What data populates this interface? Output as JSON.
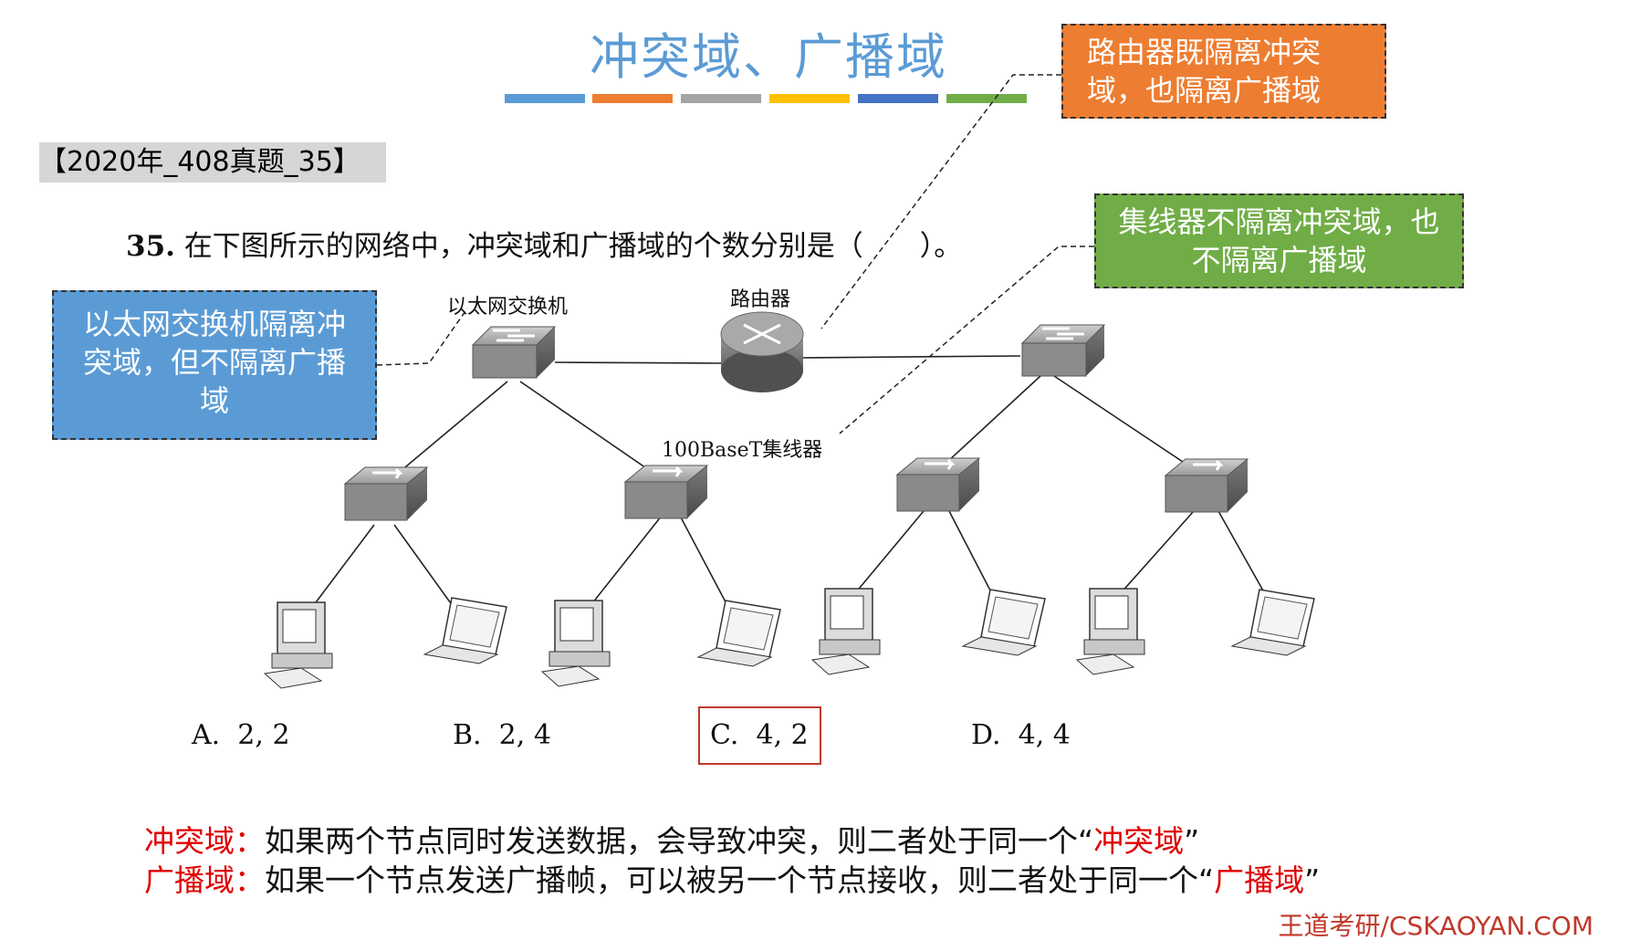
{
  "title": "冲突域、广播域",
  "accent_colors": [
    "#5b9bd5",
    "#ed7d31",
    "#a5a5a5",
    "#ffc000",
    "#4472c4",
    "#70ad47"
  ],
  "exam_tag": "【2020年_408真题_35】",
  "question": {
    "number": "35.",
    "text": "在下图所示的网络中，冲突域和广播域的个数分别是（　　）。"
  },
  "callouts": {
    "router": "路由器既隔离冲突域，也隔离广播域",
    "hub": "集线器不隔离冲突域，也不隔离广播域",
    "switch": "以太网交换机隔离冲突域，但不隔离广播域"
  },
  "diagram_labels": {
    "switch": "以太网交换机",
    "router": "路由器",
    "hub": "100BaseT集线器"
  },
  "options": [
    {
      "letter": "A.",
      "value": "2, 2"
    },
    {
      "letter": "B.",
      "value": "2, 4"
    },
    {
      "letter": "C.",
      "value": "4, 2"
    },
    {
      "letter": "D.",
      "value": "4, 4"
    }
  ],
  "selected_option": "C",
  "definitions": [
    {
      "term": "冲突域：",
      "pre": "如果两个节点同时发送数据，会导致冲突，则二者处于同一个“",
      "highlight": "冲突域",
      "post": "”"
    },
    {
      "term": "广播域：",
      "pre": "如果一个节点发送广播帧，可以被另一个节点接收，则二者处于同一个“",
      "highlight": "广播域",
      "post": "”"
    }
  ],
  "footer": "王道考研/CSKAOYAN.COM"
}
